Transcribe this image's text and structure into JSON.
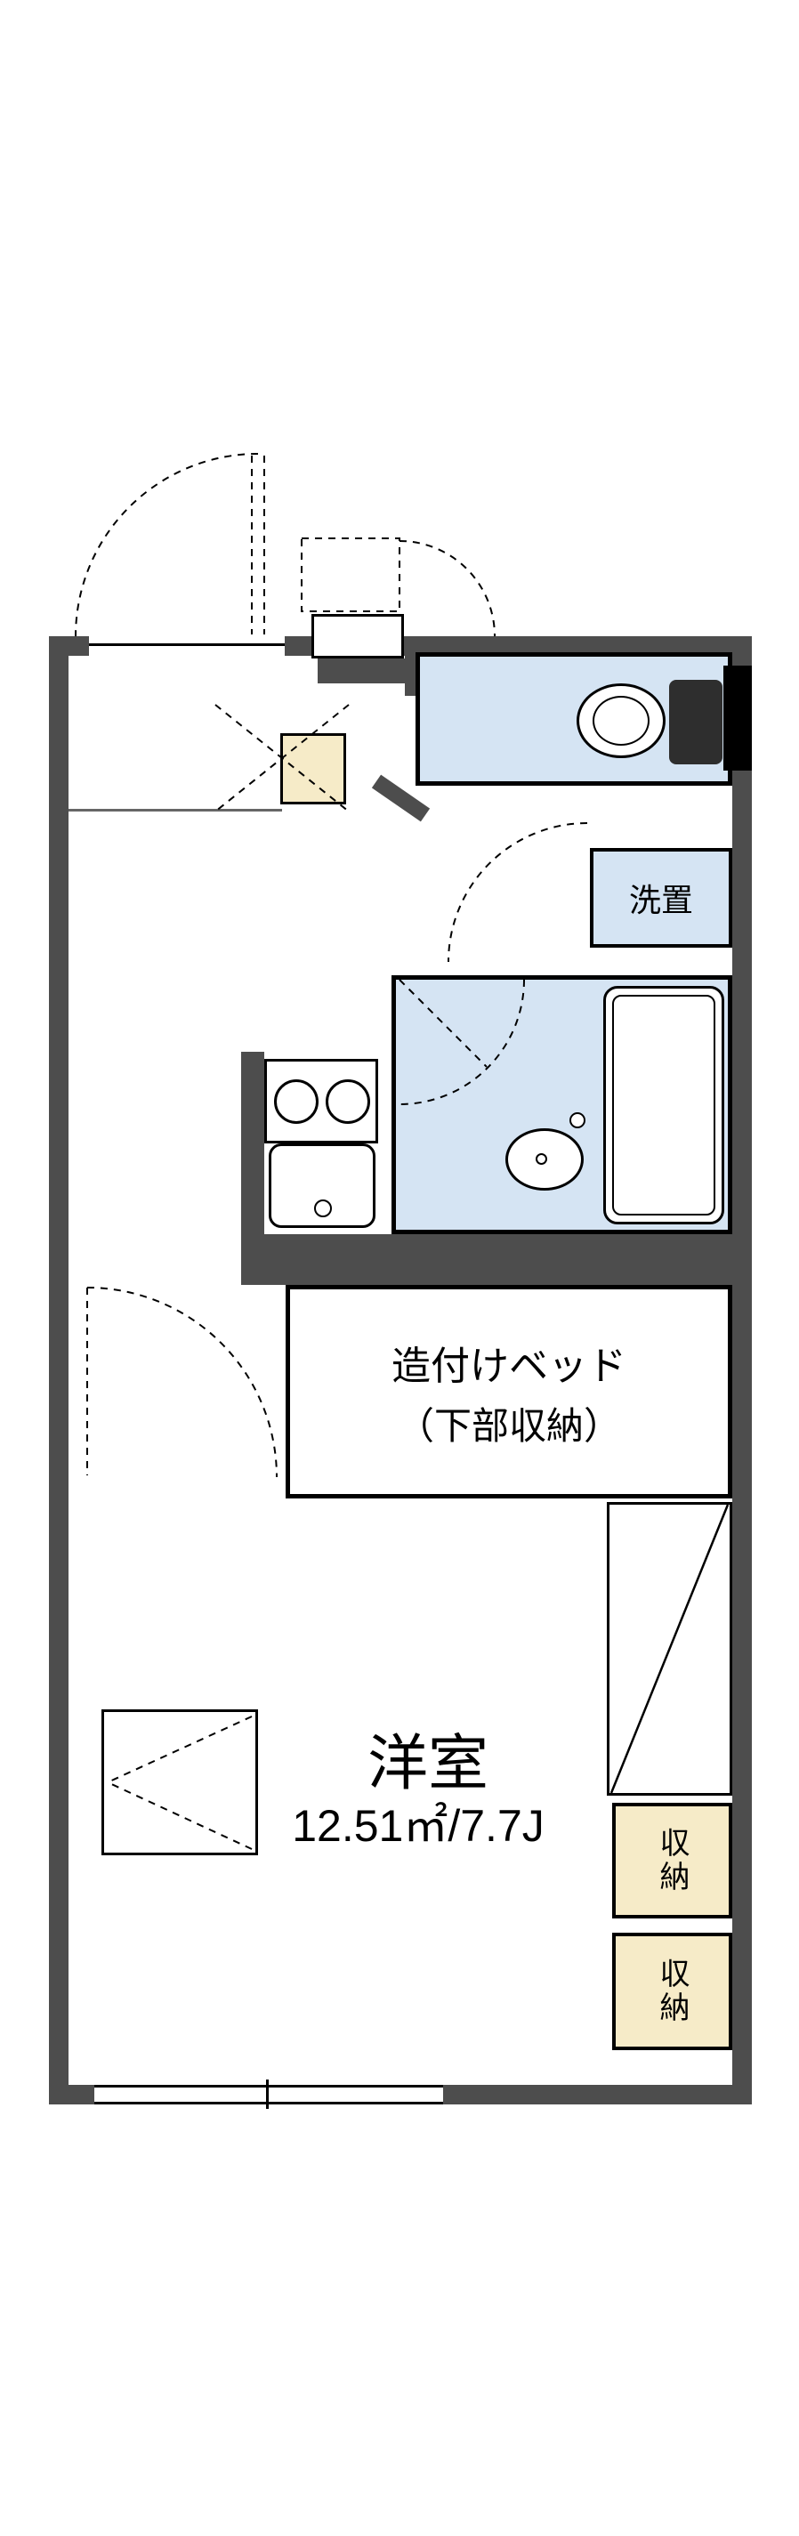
{
  "colors": {
    "background": "#ffffff",
    "wall": "#4d4d4d",
    "wet_area_fill": "#d5e4f3",
    "storage_fill": "#f6ebc8",
    "line": "#000000"
  },
  "labels": {
    "laundry": "洗置",
    "built_in_bed_line1": "造付けベッド",
    "built_in_bed_line2": "（下部収納）",
    "main_room_name": "洋室",
    "main_room_area": "12.51㎡/7.7J"
  },
  "closets": [
    {
      "label": "収納"
    },
    {
      "label": "収納"
    }
  ]
}
